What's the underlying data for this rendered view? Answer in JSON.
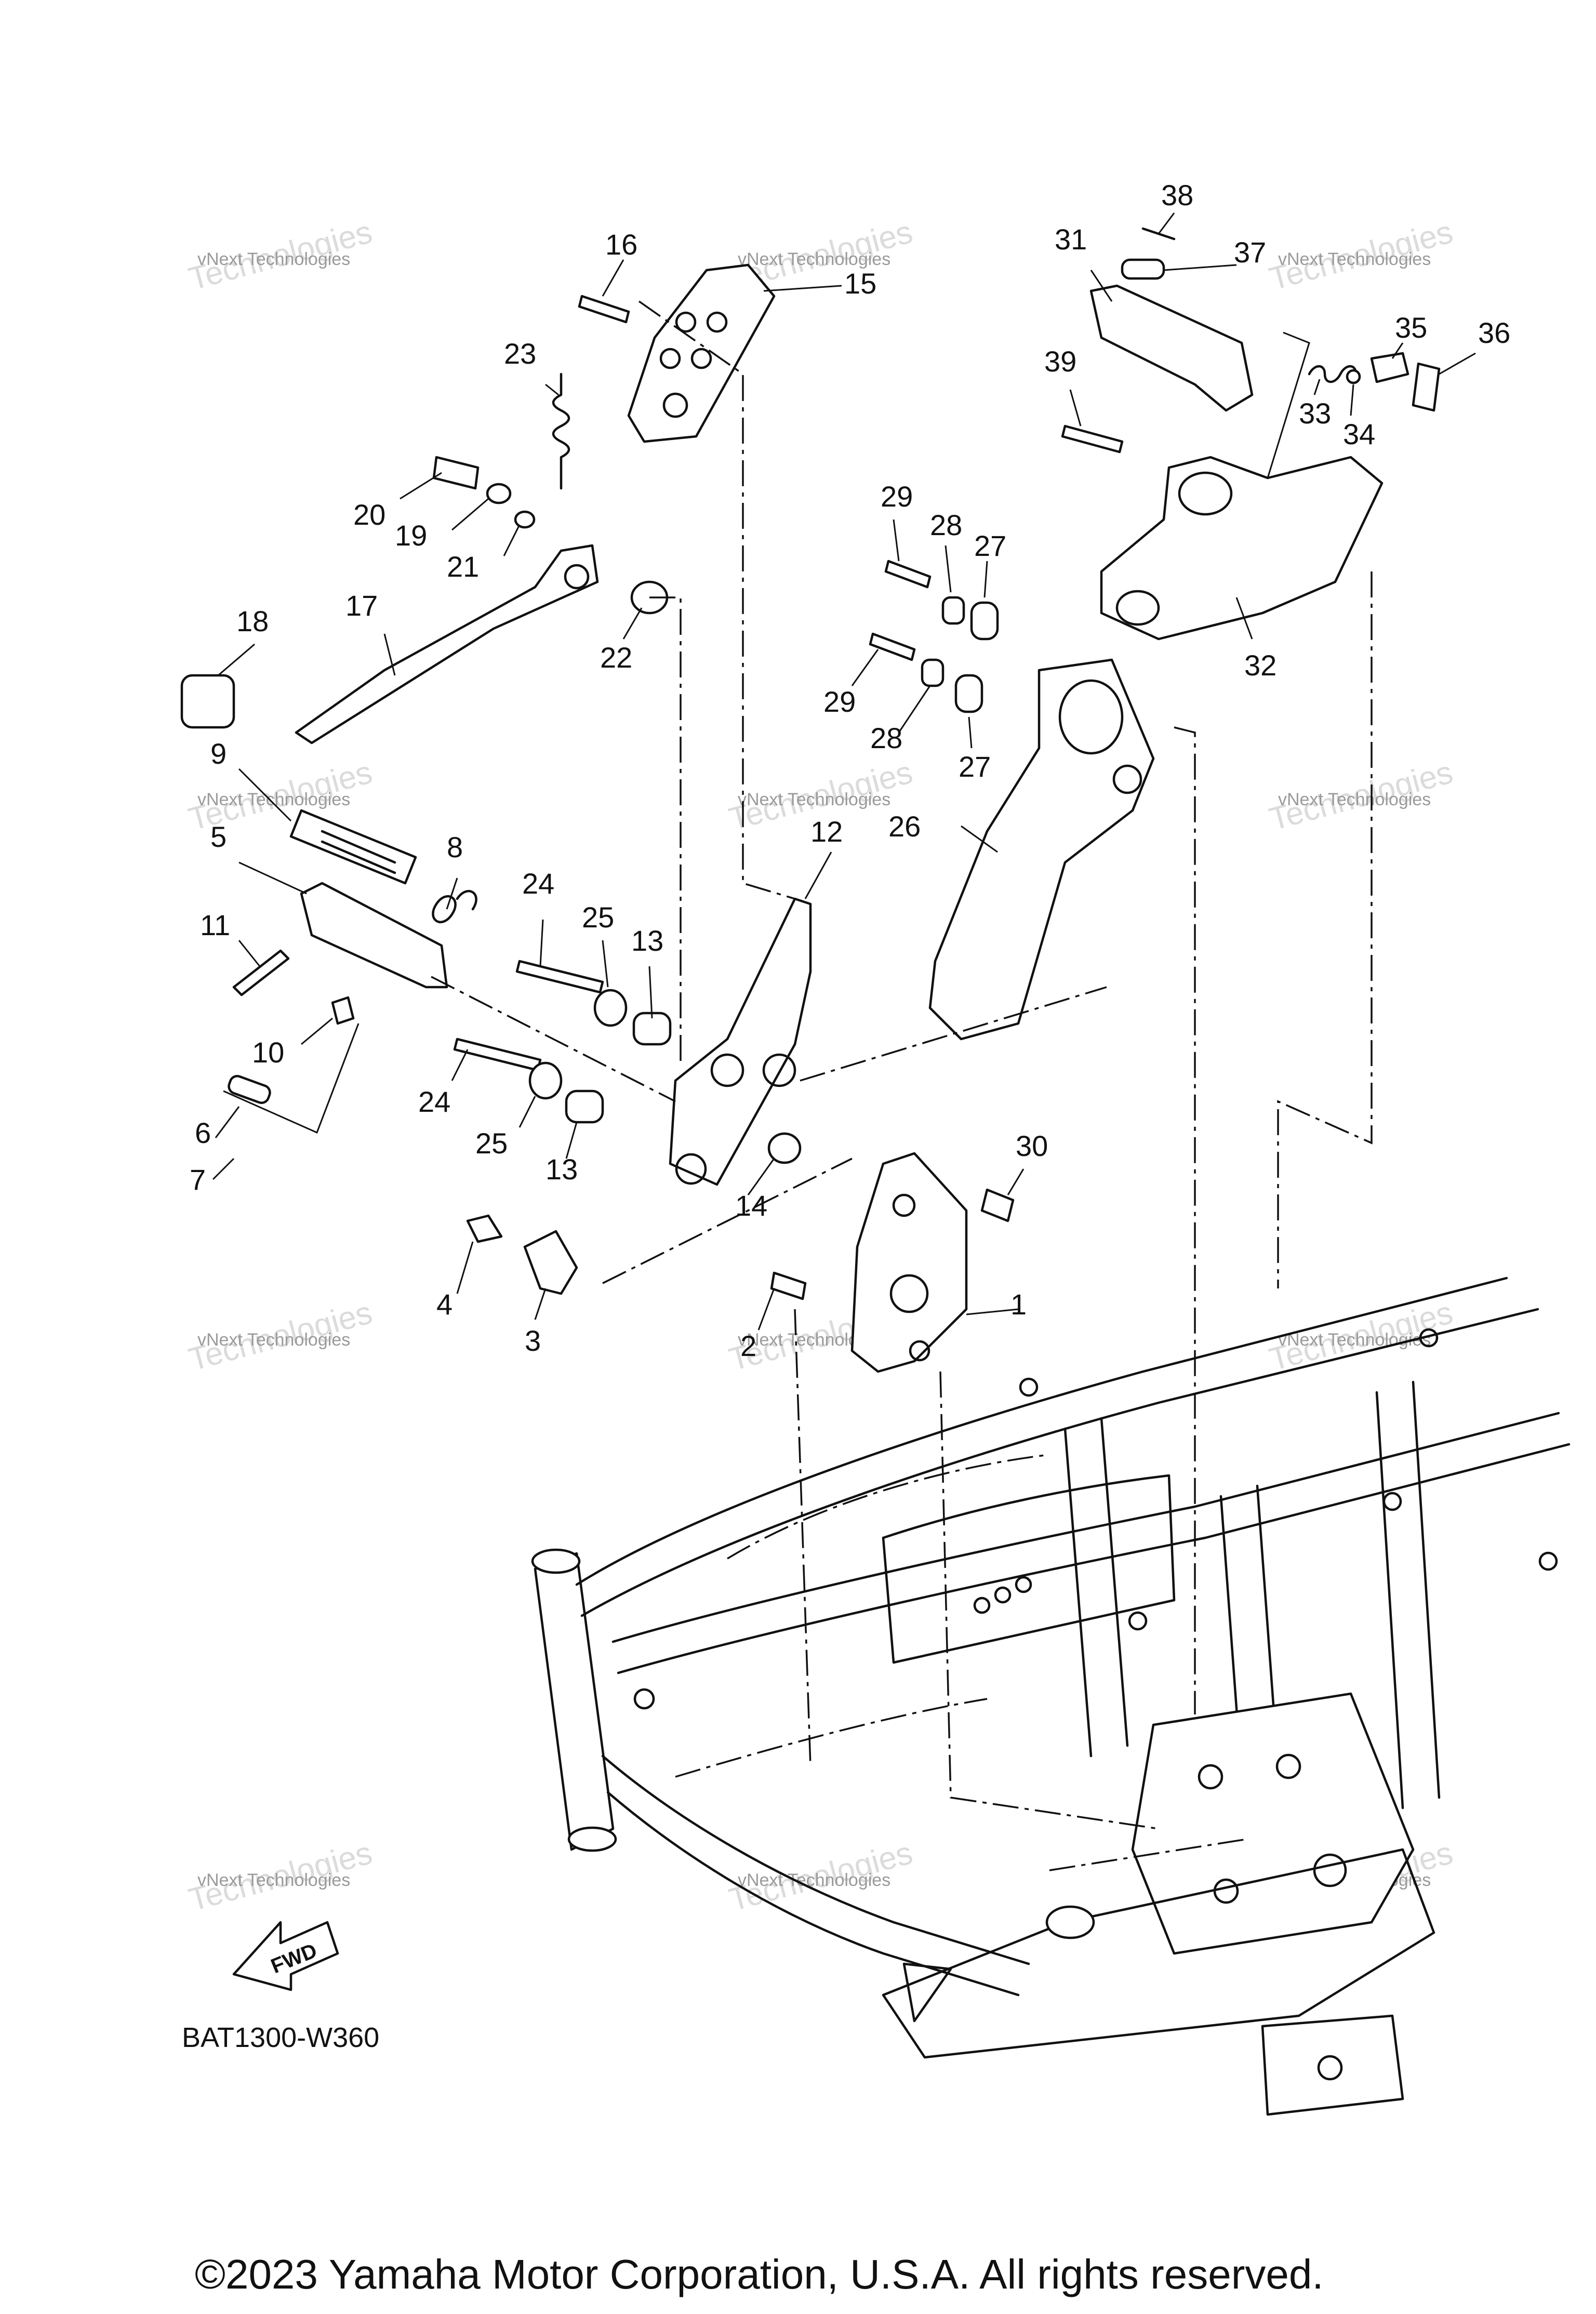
{
  "diagram": {
    "callouts": [
      "1",
      "2",
      "3",
      "4",
      "5",
      "6",
      "7",
      "8",
      "9",
      "10",
      "11",
      "12",
      "13",
      "13",
      "14",
      "15",
      "16",
      "17",
      "18",
      "19",
      "20",
      "21",
      "22",
      "23",
      "24",
      "24",
      "25",
      "25",
      "26",
      "27",
      "27",
      "28",
      "28",
      "29",
      "29",
      "30",
      "31",
      "32",
      "33",
      "34",
      "35",
      "36",
      "37",
      "38",
      "39"
    ],
    "watermark": {
      "line1": "vNext Technologies",
      "line2": "Technologies",
      "line3": "vNext"
    },
    "fwd_label": "FWD",
    "diagram_code": "BAT1300-W360",
    "copyright": "©2023 Yamaha Motor Corporation, U.S.A. All rights reserved."
  }
}
